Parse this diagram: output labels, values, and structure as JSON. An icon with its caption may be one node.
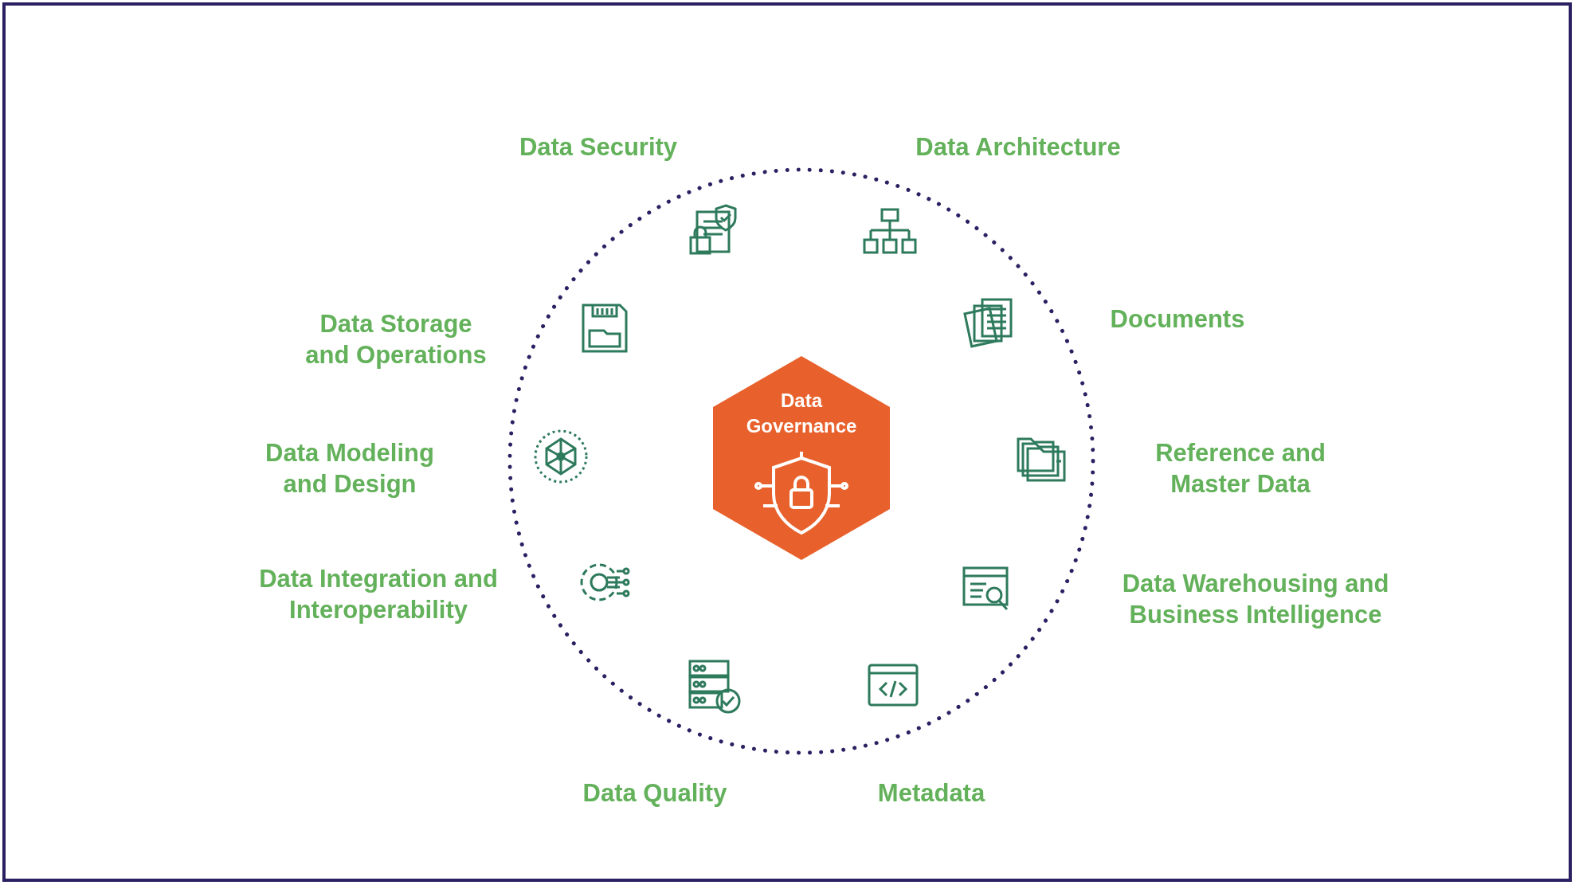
{
  "diagram": {
    "nodes": [
      {
        "text": [
          "Data Governance"
        ]
      }
    ],
    "labels": [
      "Data Security",
      "Data Architecture",
      "Documents",
      "Data Storage and Operations",
      "Data Modeling and Design",
      "Reference and Master Data",
      "Data Integration and Interoperability",
      "Data Warehousing and Business Intelligence",
      "Data Quality",
      "Metadata"
    ]
  }
}
